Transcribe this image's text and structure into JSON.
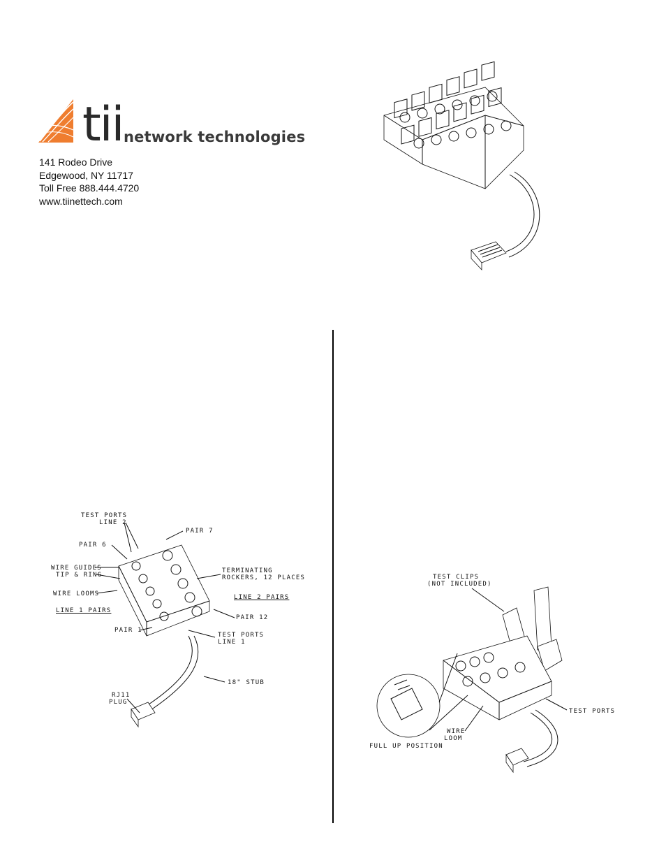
{
  "brand": {
    "logo_text": "tii",
    "tagline": "network technologies",
    "accent_color": "#ef7d2f"
  },
  "address": {
    "line1": "141 Rodeo Drive",
    "line2": "Edgewood, NY 11717",
    "line3": "Toll Free 888.444.4720",
    "line4": "www.tiinettech.com"
  },
  "figure_left": {
    "test_ports_line2_a": "TEST PORTS",
    "test_ports_line2_b": "LINE 2",
    "pair7": "PAIR 7",
    "pair6": "PAIR 6",
    "wire_guides_a": "WIRE GUIDES",
    "wire_guides_b": "TIP & RING",
    "terminating_a": "TERMINATING",
    "terminating_b": "ROCKERS, 12 PLACES",
    "wire_looms": "WIRE LOOMS",
    "line2_pairs": "LINE 2 PAIRS",
    "line1_pairs": "LINE 1 PAIRS",
    "pair12": "PAIR 12",
    "pair1": "PAIR 1",
    "test_ports_line1_a": "TEST PORTS",
    "test_ports_line1_b": "LINE 1",
    "stub": "18\" STUB",
    "rj11_a": "RJ11",
    "rj11_b": "PLUG"
  },
  "figure_right": {
    "test_clips_a": "TEST CLIPS",
    "test_clips_b": "(NOT INCLUDED)",
    "test_ports": "TEST PORTS",
    "wire_loom_a": "WIRE",
    "wire_loom_b": "LOOM",
    "full_up": "FULL UP POSITION"
  }
}
